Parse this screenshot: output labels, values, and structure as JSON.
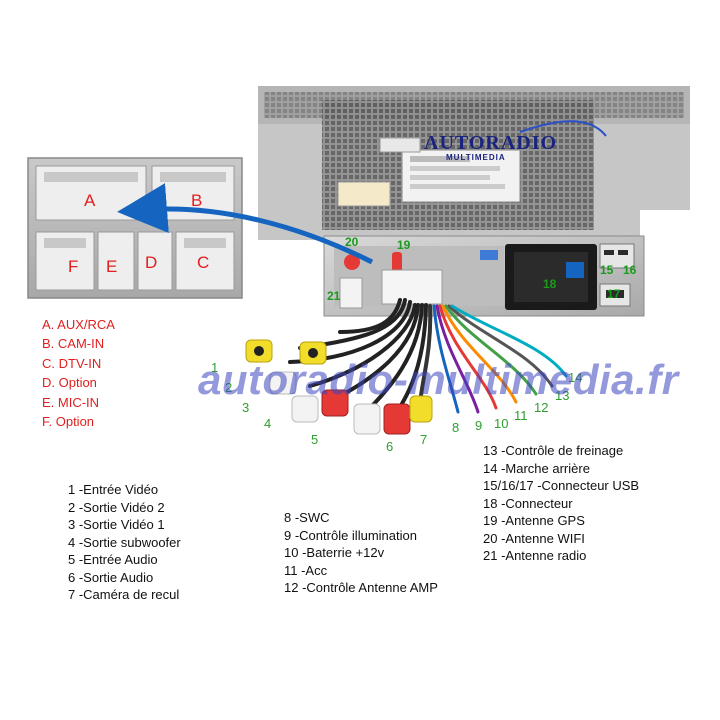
{
  "watermark": "autoradio-multimedia.fr",
  "logo": {
    "main": "AUTORADIO",
    "sub": "MULTIMEDIA"
  },
  "panel_letters": [
    "A",
    "B",
    "F",
    "E",
    "D",
    "C"
  ],
  "connector_labels": {
    "left_wires": [
      "1",
      "2",
      "3",
      "4",
      "5",
      "6",
      "7"
    ],
    "right_wires": [
      "8",
      "9",
      "10",
      "11",
      "12",
      "13",
      "14"
    ],
    "unit": [
      "20",
      "19",
      "21",
      "18",
      "15",
      "16",
      "17"
    ]
  },
  "legend_letters": [
    "A. AUX/RCA",
    "B. CAM-IN",
    "C. DTV-IN",
    "D. Option",
    "E. MIC-IN",
    "F. Option"
  ],
  "legend_col1": [
    "1 -Entrée Vidéo",
    "2 -Sortie Vidéo 2",
    "3 -Sortie Vidéo 1",
    "4 -Sortie subwoofer",
    "5 -Entrée Audio",
    "6 -Sortie Audio",
    "7 -Caméra de recul"
  ],
  "legend_col2": [
    "8 -SWC",
    "9 -Contrôle illumination",
    "10 -Baterrie +12v",
    "11 -Acc",
    "12 -Contrôle Antenne AMP"
  ],
  "legend_col3": [
    "13 -Contrôle de freinage",
    "14 -Marche arrière",
    "15/16/17 -Connecteur USB",
    "18 -Connecteur",
    "19 -Antenne GPS",
    "20 -Antenne WIFI",
    "21 -Antenne radio"
  ],
  "colors": {
    "label_green": "#2e9e2e",
    "legend_red": "#e02020",
    "arrow_blue": "#1565c0",
    "watermark": "#3c46be"
  }
}
